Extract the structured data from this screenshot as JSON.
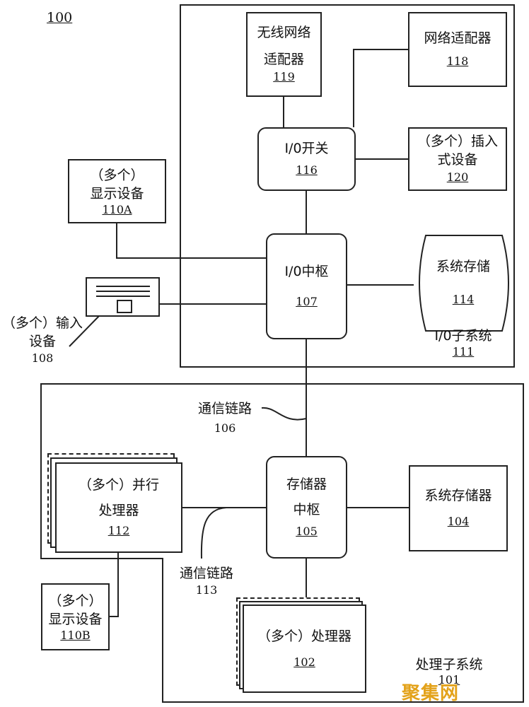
{
  "figure_number": "100",
  "io_subsystem": {
    "label": "I/0子系统",
    "number": "111"
  },
  "processing_subsystem": {
    "label": "处理子系统",
    "number": "101"
  },
  "wireless_adapter": {
    "line1": "无线网络",
    "line2": "适配器",
    "number": "119"
  },
  "network_adapter": {
    "label": "网络适配器",
    "number": "118"
  },
  "io_switch": {
    "label": "I/0开关",
    "number": "116"
  },
  "addin_devices": {
    "line1": "（多个）插入",
    "line2": "式设备",
    "number": "120"
  },
  "display_a": {
    "line1": "（多个）",
    "line2": "显示设备",
    "number": "110A"
  },
  "io_hub": {
    "label": "I/0中枢",
    "number": "107"
  },
  "system_disk": {
    "label": "系统存储",
    "number": "114"
  },
  "input_devices": {
    "line1": "（多个）输入",
    "line2": "设备",
    "number": "108"
  },
  "comm_link_106": {
    "label": "通信链路",
    "number": "106"
  },
  "parallel_processors": {
    "line1": "（多个）并行",
    "line2": "处理器",
    "number": "112"
  },
  "memory_hub": {
    "line1": "存储器",
    "line2": "中枢",
    "number": "105"
  },
  "system_memory": {
    "label": "系统存储器",
    "number": "104"
  },
  "comm_link_113": {
    "label": "通信链路",
    "number": "113"
  },
  "display_b": {
    "line1": "（多个）",
    "line2": "显示设备",
    "number": "110B"
  },
  "processors": {
    "label": "（多个）处理器",
    "number": "102"
  },
  "watermark": "聚集网"
}
